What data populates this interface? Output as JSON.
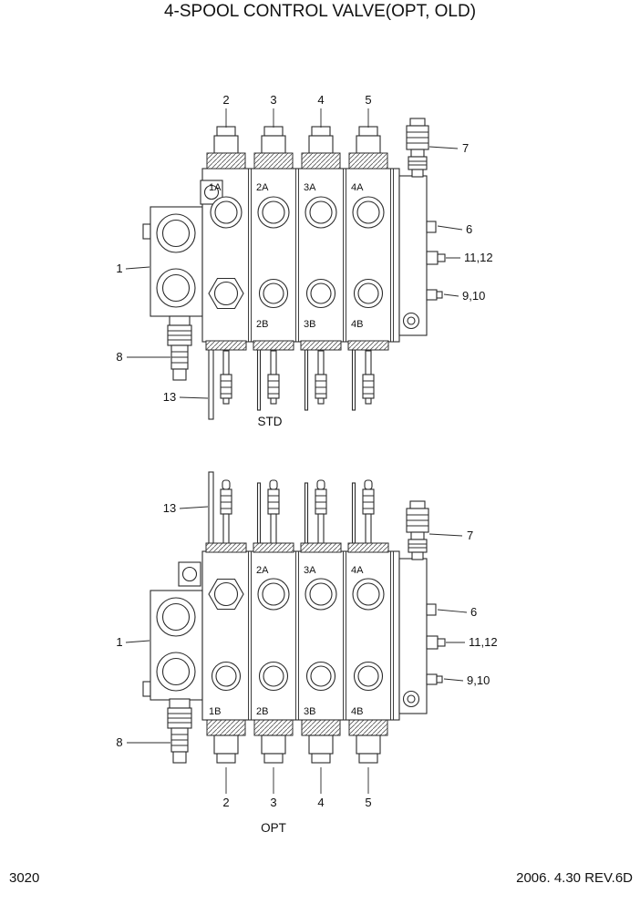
{
  "page": {
    "title": "4-SPOOL CONTROL VALVE(OPT, OLD)",
    "page_number": "3020",
    "revision": "2006. 4.30 REV.6D"
  },
  "std": {
    "caption": "STD",
    "callouts": {
      "c1": "1",
      "c2": "2",
      "c3": "3",
      "c4": "4",
      "c5": "5",
      "c6": "6",
      "c7": "7",
      "c8": "8",
      "c9_10": "9,10",
      "c11_12": "11,12",
      "c13": "13"
    },
    "ports": {
      "p1A": "1A",
      "p2A": "2A",
      "p3A": "3A",
      "p4A": "4A",
      "p2B": "2B",
      "p3B": "3B",
      "p4B": "4B"
    }
  },
  "opt": {
    "caption": "OPT",
    "callouts": {
      "c1": "1",
      "c2": "2",
      "c3": "3",
      "c4": "4",
      "c5": "5",
      "c6": "6",
      "c7": "7",
      "c8": "8",
      "c9_10": "9,10",
      "c11_12": "11,12",
      "c13": "13"
    },
    "ports": {
      "p2A": "2A",
      "p3A": "3A",
      "p4A": "4A",
      "p1B": "1B",
      "p2B": "2B",
      "p3B": "3B",
      "p4B": "4B"
    }
  }
}
